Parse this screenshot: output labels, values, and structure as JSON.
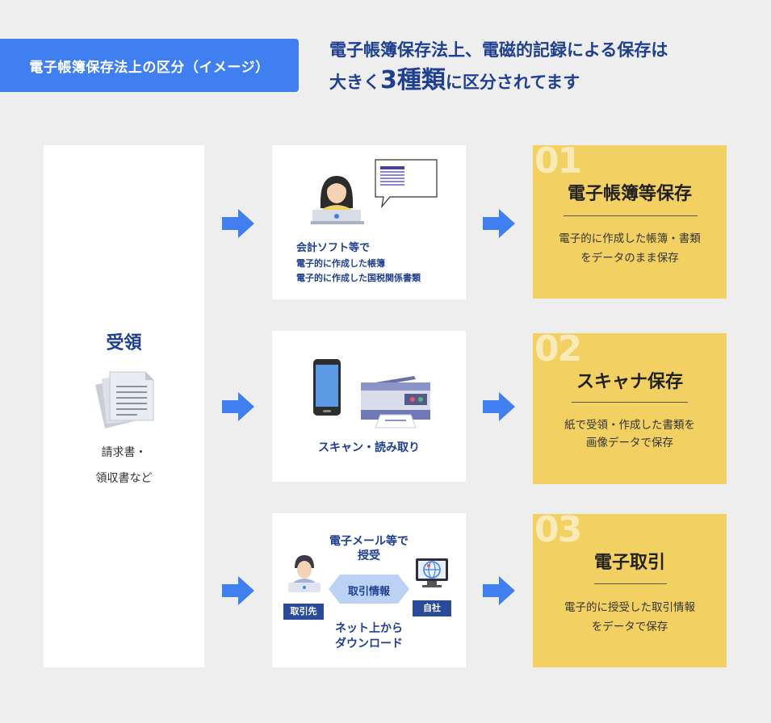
{
  "header": {
    "badge": "電子帳簿保存法上の区分（イメージ）",
    "headline_line1": "電子帳簿保存法上、電磁的記録による保存は",
    "headline_pre": "大きく",
    "headline_big": "3種類",
    "headline_post": "に区分されてます"
  },
  "receive": {
    "title": "受領",
    "sub1": "請求書・",
    "sub2": "領収書など"
  },
  "methods": [
    {
      "label": "会計ソフト等で",
      "line2": "電子的に作成した帳簿",
      "line3": "電子的に作成した国税関係書類"
    },
    {
      "label": "スキャン・読み取り"
    },
    {
      "top1": "電子メール等で",
      "top2": "授受",
      "center": "取引情報",
      "left_tag": "取引先",
      "right_tag": "自社",
      "bottom1": "ネット上から",
      "bottom2": "ダウンロード"
    }
  ],
  "results": [
    {
      "num": "01",
      "title": "電子帳簿等保存",
      "desc1": "電子的に作成した帳簿・書類",
      "desc2": "をデータのまま保存"
    },
    {
      "num": "02",
      "title": "スキャナ保存",
      "desc1": "紙で受領・作成した書類を",
      "desc2": "画像データで保存"
    },
    {
      "num": "03",
      "title": "電子取引",
      "desc1": "電子的に授受した取引情報",
      "desc2": "をデータで保存"
    }
  ],
  "colors": {
    "accent": "#3f7fef",
    "navy": "#1f3f8f",
    "yellow": "#f2d162",
    "bg": "#eeeeef"
  },
  "icons": [
    "document-stack-icon",
    "arrow-right-icon",
    "operator-laptop-icon",
    "smartphone-icon",
    "printer-scanner-icon",
    "user-laptop-icon",
    "globe-monitor-icon"
  ]
}
